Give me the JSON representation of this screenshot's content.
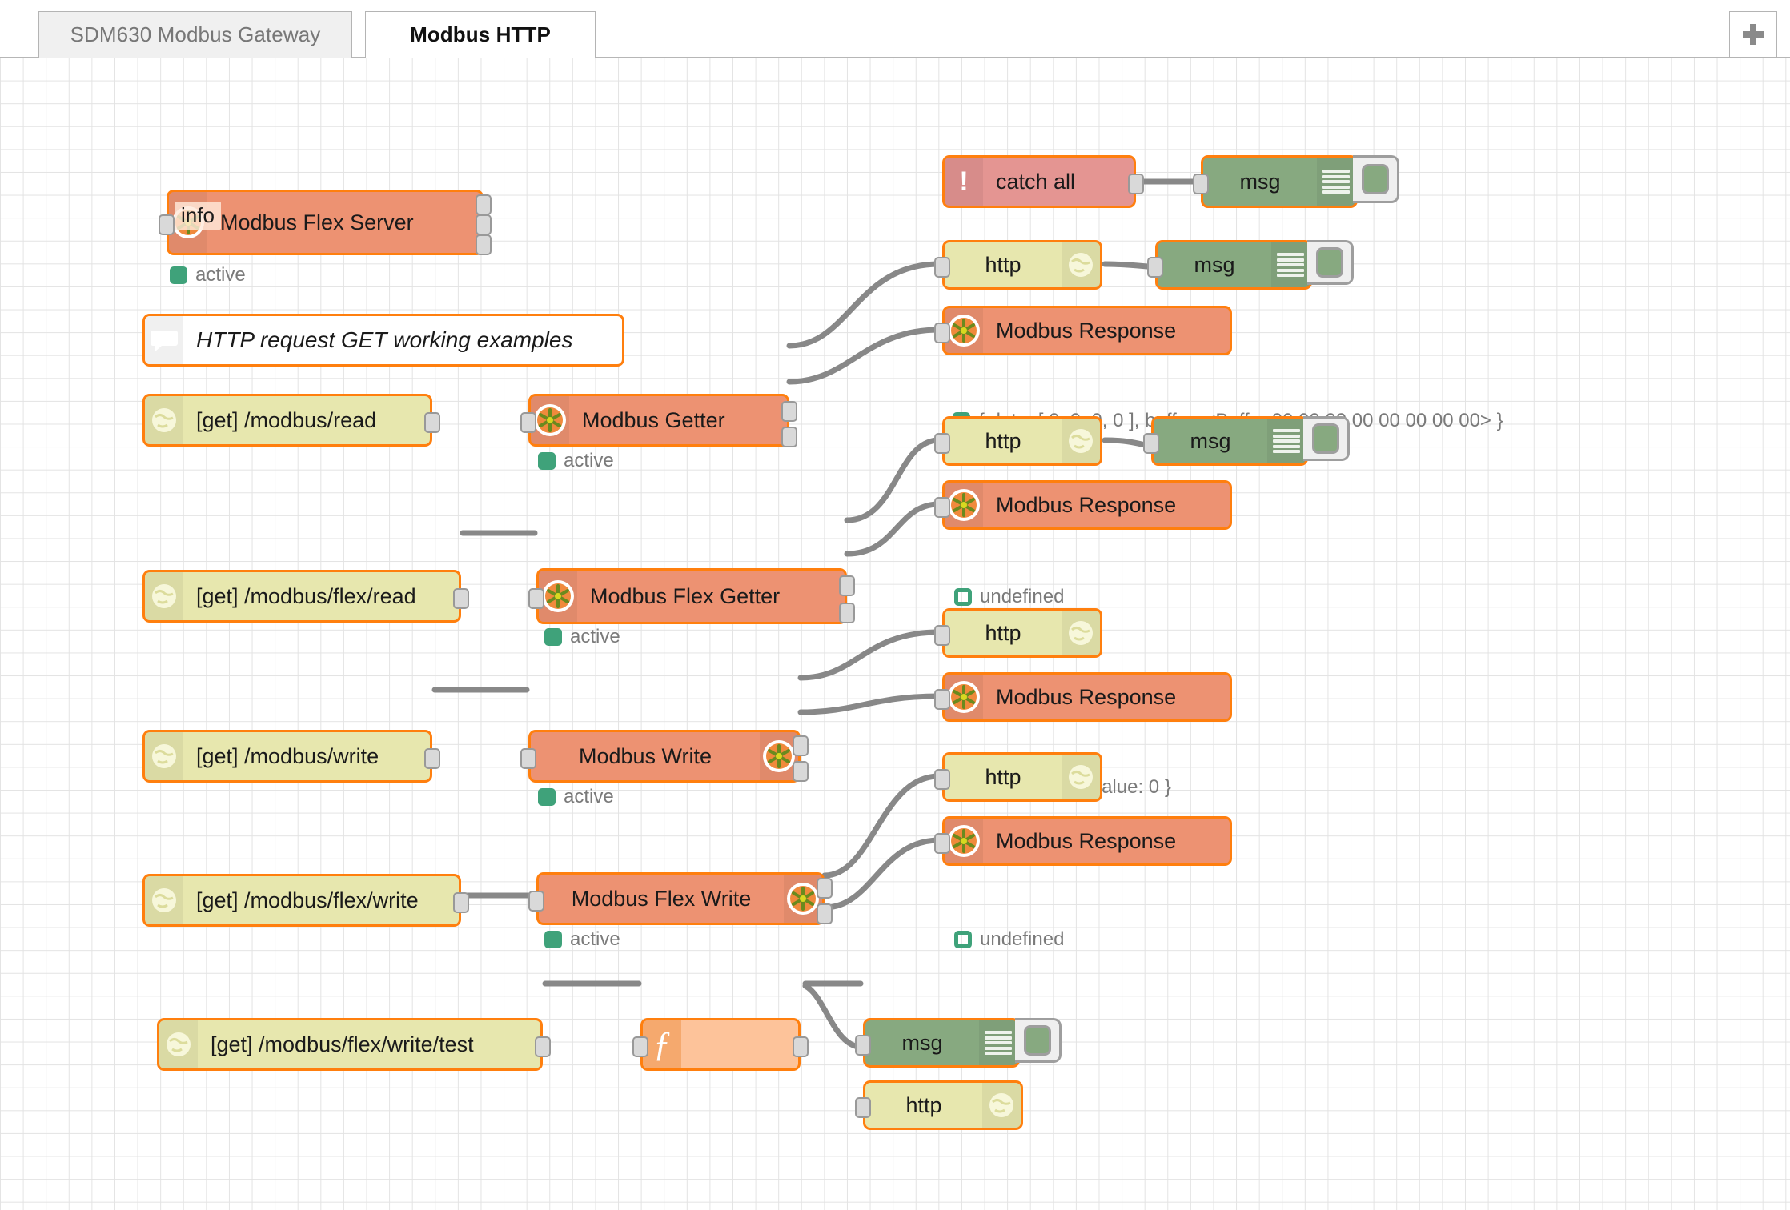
{
  "window": {
    "tabs": [
      {
        "label": "SDM630 Modbus Gateway",
        "active": false
      },
      {
        "label": "Modbus HTTP",
        "active": true
      }
    ],
    "add_tab_label": "+"
  },
  "colors": {
    "accent_orange": "#ff7f0e",
    "modbus_node": "#ed9272",
    "http_node": "#e7e7ae",
    "debug_node": "#87a980",
    "catch_node": "#e49592",
    "function_node": "#fdc39a",
    "status_green": "#3fa27a",
    "wire": "#888888",
    "canvas_grid": "#e3e3e3"
  },
  "overlay": {
    "tooltip_text": "info"
  },
  "nodes": [
    {
      "id": "modbus-flex-server",
      "label": "Modbus Flex Server",
      "type": "modbus",
      "icon": "modbus-flower-icon",
      "status": "active",
      "status_style": "filled"
    },
    {
      "id": "comment-http-examples",
      "label": "HTTP request GET working examples",
      "type": "comment",
      "icon": "comment-bubble-icon"
    },
    {
      "id": "catch-all",
      "label": "catch all",
      "type": "catch",
      "icon": "exclamation-icon"
    },
    {
      "id": "debug-catch",
      "label": "msg",
      "type": "debug",
      "icon": "debug-bars-icon"
    },
    {
      "id": "http-in-modbus-read",
      "label": "[get] /modbus/read",
      "type": "http-in",
      "icon": "globe-icon"
    },
    {
      "id": "modbus-getter",
      "label": "Modbus Getter",
      "type": "modbus",
      "icon": "modbus-flower-icon",
      "status": "active",
      "status_style": "filled"
    },
    {
      "id": "http-response-read",
      "label": "http",
      "type": "http-response",
      "icon": "globe-icon"
    },
    {
      "id": "debug-read",
      "label": "msg",
      "type": "debug",
      "icon": "debug-bars-icon"
    },
    {
      "id": "modbus-response-read",
      "label": "Modbus Response",
      "type": "modbus",
      "icon": "modbus-flower-icon",
      "status": "{ data: [ 0, 0, 0, 0 ], buffer: <Buffer 00 00 00 00 00 00 00 00> }",
      "status_style": "filled"
    },
    {
      "id": "http-in-modbus-flex-read",
      "label": "[get] /modbus/flex/read",
      "type": "http-in",
      "icon": "globe-icon"
    },
    {
      "id": "modbus-flex-getter",
      "label": "Modbus Flex Getter",
      "type": "modbus",
      "icon": "modbus-flower-icon",
      "status": "active",
      "status_style": "filled"
    },
    {
      "id": "http-response-flex-read",
      "label": "http",
      "type": "http-response",
      "icon": "globe-icon"
    },
    {
      "id": "debug-flex-read",
      "label": "msg",
      "type": "debug",
      "icon": "debug-bars-icon"
    },
    {
      "id": "modbus-response-flex-read",
      "label": "Modbus Response",
      "type": "modbus",
      "icon": "modbus-flower-icon",
      "status": "undefined",
      "status_style": "ring"
    },
    {
      "id": "http-in-modbus-write",
      "label": "[get] /modbus/write",
      "type": "http-in",
      "icon": "globe-icon"
    },
    {
      "id": "modbus-write",
      "label": "Modbus Write",
      "type": "modbus",
      "icon": "modbus-flower-icon",
      "icon_side": "right",
      "status": "active",
      "status_style": "filled"
    },
    {
      "id": "http-response-write",
      "label": "http",
      "type": "http-response",
      "icon": "globe-icon"
    },
    {
      "id": "modbus-response-write",
      "label": "Modbus Response",
      "type": "modbus",
      "icon": "modbus-flower-icon",
      "status": "{ address: 0, value: 0 }",
      "status_style": "filled"
    },
    {
      "id": "http-in-modbus-flex-write",
      "label": "[get] /modbus/flex/write",
      "type": "http-in",
      "icon": "globe-icon"
    },
    {
      "id": "modbus-flex-write",
      "label": "Modbus Flex Write",
      "type": "modbus",
      "icon": "modbus-flower-icon",
      "icon_side": "right",
      "status": "active",
      "status_style": "filled"
    },
    {
      "id": "http-response-flex-write",
      "label": "http",
      "type": "http-response",
      "icon": "globe-icon"
    },
    {
      "id": "modbus-response-flex-write",
      "label": "Modbus Response",
      "type": "modbus",
      "icon": "modbus-flower-icon",
      "status": "undefined",
      "status_style": "ring"
    },
    {
      "id": "http-in-flex-write-test",
      "label": "[get] /modbus/flex/write/test",
      "type": "http-in",
      "icon": "globe-icon"
    },
    {
      "id": "function-node",
      "label": "",
      "type": "function",
      "icon": "function-f-icon"
    },
    {
      "id": "debug-test",
      "label": "msg",
      "type": "debug",
      "icon": "debug-bars-icon"
    },
    {
      "id": "http-response-test",
      "label": "http",
      "type": "http-response",
      "icon": "globe-icon"
    }
  ],
  "labels": {
    "modbus_flex_server": "Modbus Flex Server",
    "comment_text": "HTTP request GET working examples",
    "catch_all": "catch all",
    "msg": "msg",
    "http": "http",
    "modbus_response": "Modbus Response",
    "modbus_getter": "Modbus Getter",
    "modbus_flex_getter": "Modbus Flex Getter",
    "modbus_write": "Modbus Write",
    "modbus_flex_write": "Modbus Flex Write",
    "route_read": "[get] /modbus/read",
    "route_flex_read": "[get] /modbus/flex/read",
    "route_write": "[get] /modbus/write",
    "route_flex_write": "[get] /modbus/flex/write",
    "route_flex_write_test": "[get] /modbus/flex/write/test",
    "status_active": "active",
    "status_undefined": "undefined",
    "status_read_data": "{ data: [ 0, 0, 0, 0 ], buffer: <Buffer 00 00 00 00 00 00 00 00> }",
    "status_write_data": "{ address: 0, value: 0 }"
  }
}
